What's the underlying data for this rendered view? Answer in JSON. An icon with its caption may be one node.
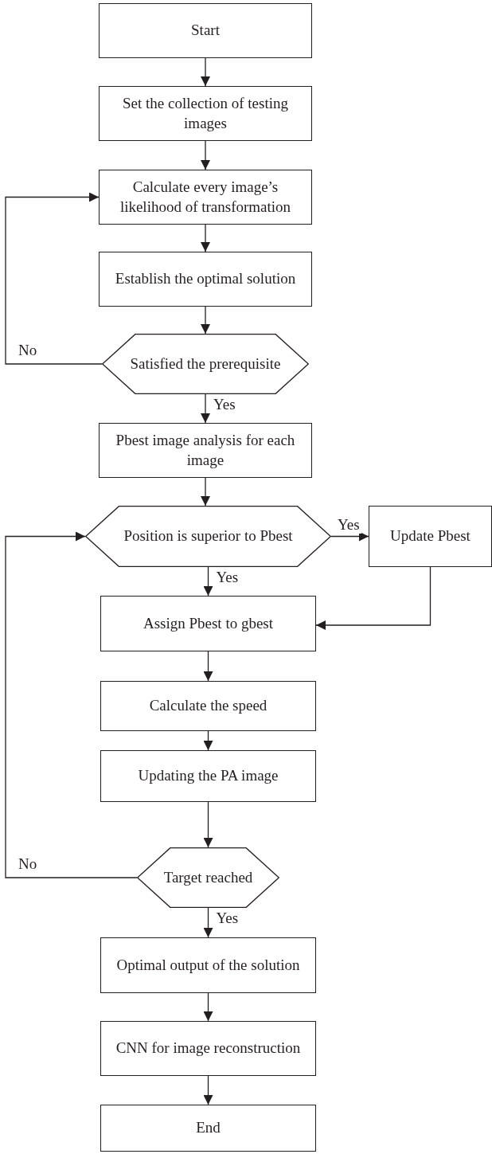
{
  "diagram": {
    "nodes": [
      {
        "text": [
          "Start"
        ]
      },
      {
        "text": [
          "Set the collection of testing images"
        ]
      },
      {
        "text": [
          "Calculate every image’s likelihood of transformation"
        ]
      },
      {
        "text": [
          "Establish the optimal solution"
        ]
      },
      {
        "text": [
          "Satisfied the prerequisite"
        ]
      },
      {
        "text": [
          "Pbest image analysis for each image"
        ]
      },
      {
        "text": [
          "Position is superior to Pbest"
        ]
      },
      {
        "text": [
          "Update Pbest"
        ]
      },
      {
        "text": [
          "Assign Pbest to gbest"
        ]
      },
      {
        "text": [
          "Calculate the speed"
        ]
      },
      {
        "text": [
          "Updating the PA image"
        ]
      },
      {
        "text": [
          "Target reached"
        ]
      },
      {
        "text": [
          "Optimal output of the solution"
        ]
      },
      {
        "text": [
          "CNN for image reconstruction"
        ]
      },
      {
        "text": [
          "End"
        ]
      }
    ],
    "edges": [
      {
        "from": 0,
        "to": 1,
        "arrow": "to"
      },
      {
        "from": 1,
        "to": 2,
        "arrow": "to"
      },
      {
        "from": 2,
        "to": 3,
        "arrow": "to"
      },
      {
        "from": 3,
        "to": 4,
        "arrow": "to"
      },
      {
        "from": 4,
        "to": 2,
        "arrow": "to",
        "label": "No"
      },
      {
        "from": 4,
        "to": 5,
        "arrow": "to",
        "label": "Yes"
      },
      {
        "from": 5,
        "to": 6,
        "arrow": "to"
      },
      {
        "from": 6,
        "to": 7,
        "arrow": "to",
        "label": "Yes"
      },
      {
        "from": 6,
        "to": 8,
        "arrow": "to",
        "label": "Yes"
      },
      {
        "from": 7,
        "to": 8,
        "arrow": "to"
      },
      {
        "from": 8,
        "to": 9,
        "arrow": "to"
      },
      {
        "from": 9,
        "to": 10,
        "arrow": "to"
      },
      {
        "from": 10,
        "to": 11,
        "arrow": "to"
      },
      {
        "from": 11,
        "to": 6,
        "arrow": "to",
        "label": "No"
      },
      {
        "from": 11,
        "to": 12,
        "arrow": "to",
        "label": "Yes"
      },
      {
        "from": 12,
        "to": 13,
        "arrow": "to"
      },
      {
        "from": 13,
        "to": 14,
        "arrow": "to"
      }
    ]
  }
}
